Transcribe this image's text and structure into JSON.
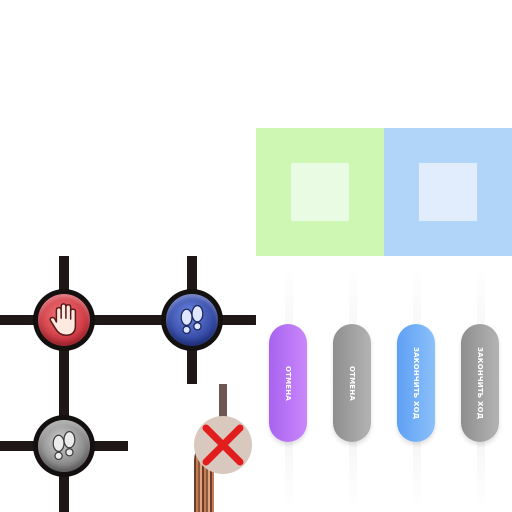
{
  "board": {
    "nodes": [
      {
        "name": "stop-hand-node",
        "icon": "hand-stop-icon",
        "color": "#d7353e"
      },
      {
        "name": "move-blue-node",
        "icon": "footprints-icon",
        "color": "#3349a8"
      },
      {
        "name": "move-grey-node",
        "icon": "footprints-icon",
        "color": "#8a8a8a"
      },
      {
        "name": "blocked-node",
        "icon": "red-cross-icon",
        "color": "#e21d1d"
      }
    ]
  },
  "swatches": {
    "green": "#cdf7b3",
    "blue": "#b1d4f9"
  },
  "buttons": {
    "cancel_active": "ОТМЕНА",
    "cancel_disabled": "ОТМЕНА",
    "end_turn_active": "ЗАКОНЧИТЬ ХОД",
    "end_turn_disabled": "ЗАКОНЧИТЬ ХОД"
  }
}
